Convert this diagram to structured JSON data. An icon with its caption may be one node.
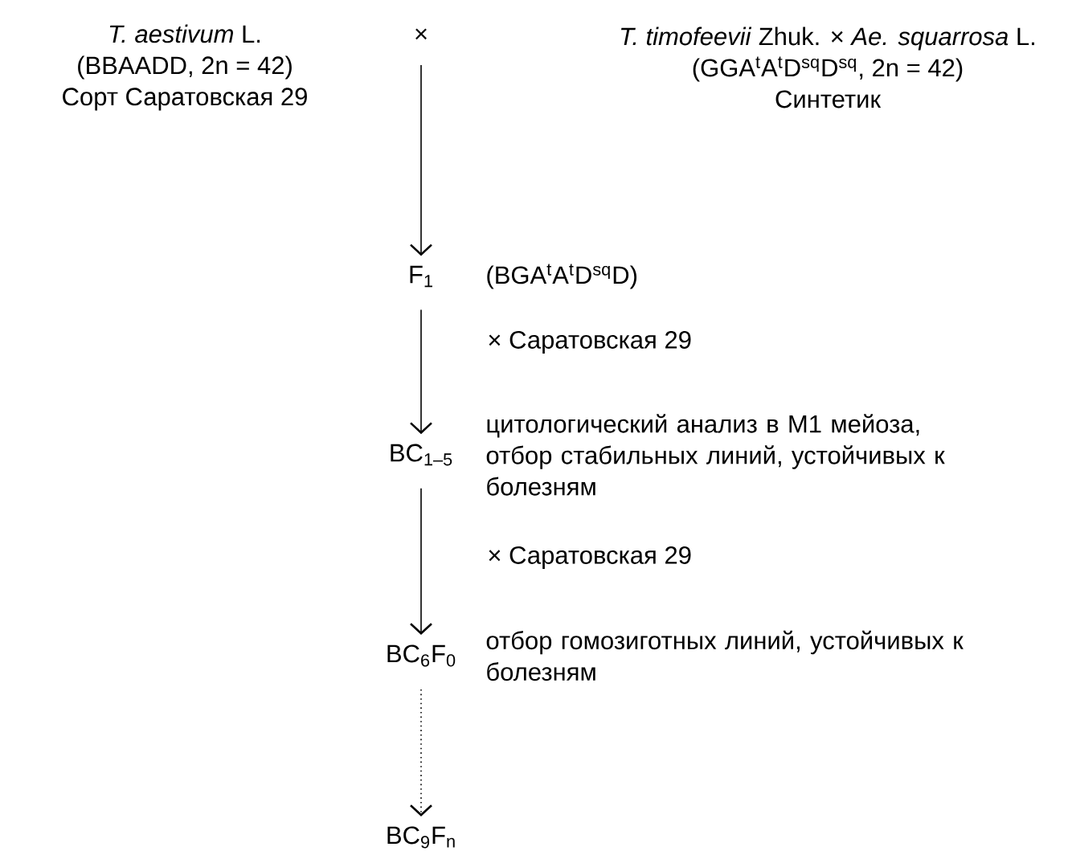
{
  "diagram": {
    "nodes": [
      {
        "text": [
          "*T. aestivum* L.",
          "(BBAADD, 2n = 42)",
          "Сорт Саратовская 29"
        ]
      },
      {
        "text": [
          "*T. timofeevii* Zhuk. × *Ae. squarrosa* L.",
          "(GGA$^{t}$A$^{t}$D$^{sq}$D$^{sq}$, 2n = 42)",
          "Синтетик"
        ]
      },
      {
        "text": [
          "×"
        ]
      },
      {
        "text": [
          "F$_{1}$"
        ],
        "beside": [
          "(BGA$^{t}$A$^{t}$D$^{sq}$D)"
        ]
      },
      {
        "text": [
          "BC$_{1–5}$"
        ],
        "beside": [
          "цитологический анализ в М1 мейоза, отбор стабильных линий, устойчивых к болезням"
        ]
      },
      {
        "text": [
          "BC$_{6}$F$_{0}$"
        ],
        "beside": [
          "отбор гомозиготных линий, устойчивых к болезням"
        ]
      },
      {
        "text": [
          "BC$_{9}$F$_{n}$"
        ]
      }
    ],
    "edges": [
      {
        "from": 2,
        "to": 3,
        "arrow": "to"
      },
      {
        "from": 3,
        "to": 4,
        "arrow": "to",
        "label": "× Саратовская 29"
      },
      {
        "from": 4,
        "to": 5,
        "arrow": "to",
        "label": "× Саратовская 29"
      },
      {
        "from": 5,
        "to": 6,
        "arrow": "to",
        "style": "dashed"
      }
    ]
  }
}
